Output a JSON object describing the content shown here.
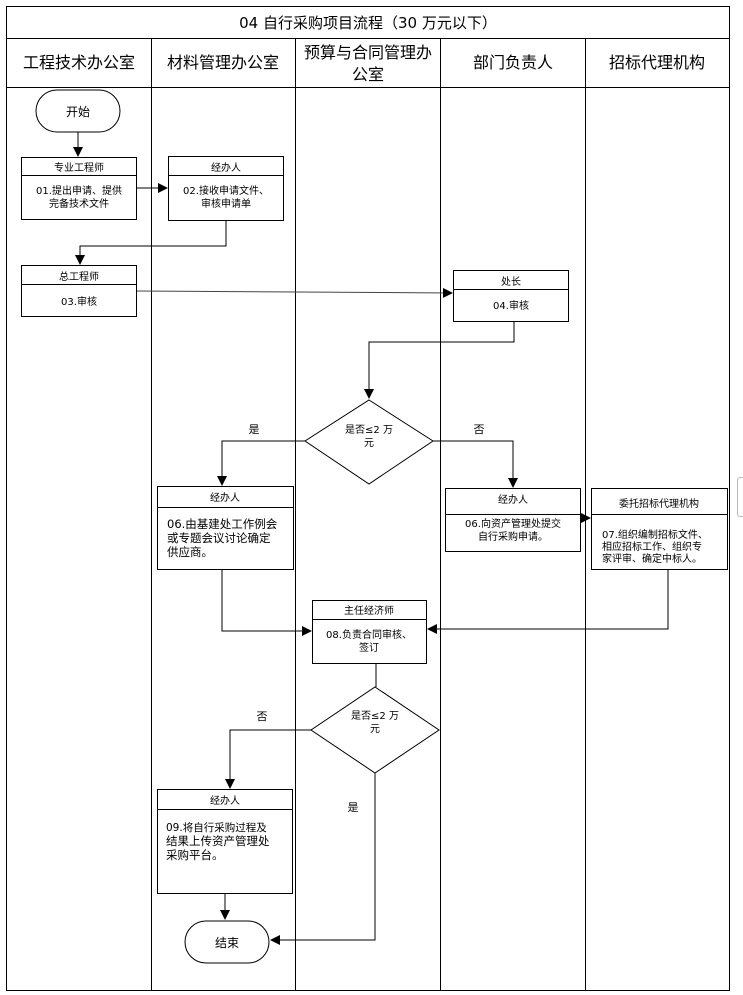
{
  "title": "04  自行采购项目流程（30 万元以下）",
  "lanes": [
    {
      "label": [
        "工程技术办公室"
      ]
    },
    {
      "label": [
        "材料管理办公室"
      ]
    },
    {
      "label": [
        "预算与合同管理办",
        "公室"
      ]
    },
    {
      "label": [
        "部门负责人"
      ]
    },
    {
      "label": [
        "招标代理机构"
      ]
    }
  ],
  "terminals": {
    "start": "开始",
    "end": "结束"
  },
  "steps": [
    {
      "id": "s01",
      "role": "专业工程师",
      "text": [
        "01.提出申请、提供",
        "完备技术文件"
      ]
    },
    {
      "id": "s02",
      "role": "经办人",
      "text": [
        "02.接收申请文件、",
        "审核申请单"
      ]
    },
    {
      "id": "s03",
      "role": "总工程师",
      "text": [
        "03.审核"
      ]
    },
    {
      "id": "s04",
      "role": "处长",
      "text": [
        "04.审核"
      ]
    },
    {
      "id": "s06a",
      "role": "经办人",
      "text": [
        "06.由基建处工作例会",
        "或专题会议讨论确定",
        "供应商。"
      ]
    },
    {
      "id": "s06b",
      "role": "经办人",
      "text": [
        "06.向资产管理处提交",
        "自行采购申请。"
      ]
    },
    {
      "id": "s07",
      "role": "委托招标代理机构",
      "text": [
        "07.组织编制招标文件、",
        "相应招标工作、组织专",
        "家评审、确定中标人。"
      ]
    },
    {
      "id": "s08",
      "role": "主任经济师",
      "text": [
        "08.负责合同审核、",
        "签订"
      ]
    },
    {
      "id": "s09",
      "role": "经办人",
      "text": [
        "09.将自行采购过程及",
        "结果上传资产管理处",
        "采购平台。"
      ]
    }
  ],
  "decisions": [
    {
      "id": "d1",
      "text": [
        "是否≤2 万",
        "元"
      ],
      "yes_label": "是",
      "no_label": "否"
    },
    {
      "id": "d2",
      "text": [
        "是否≤2 万",
        "元"
      ],
      "yes_label": "是",
      "no_label": "否"
    }
  ]
}
